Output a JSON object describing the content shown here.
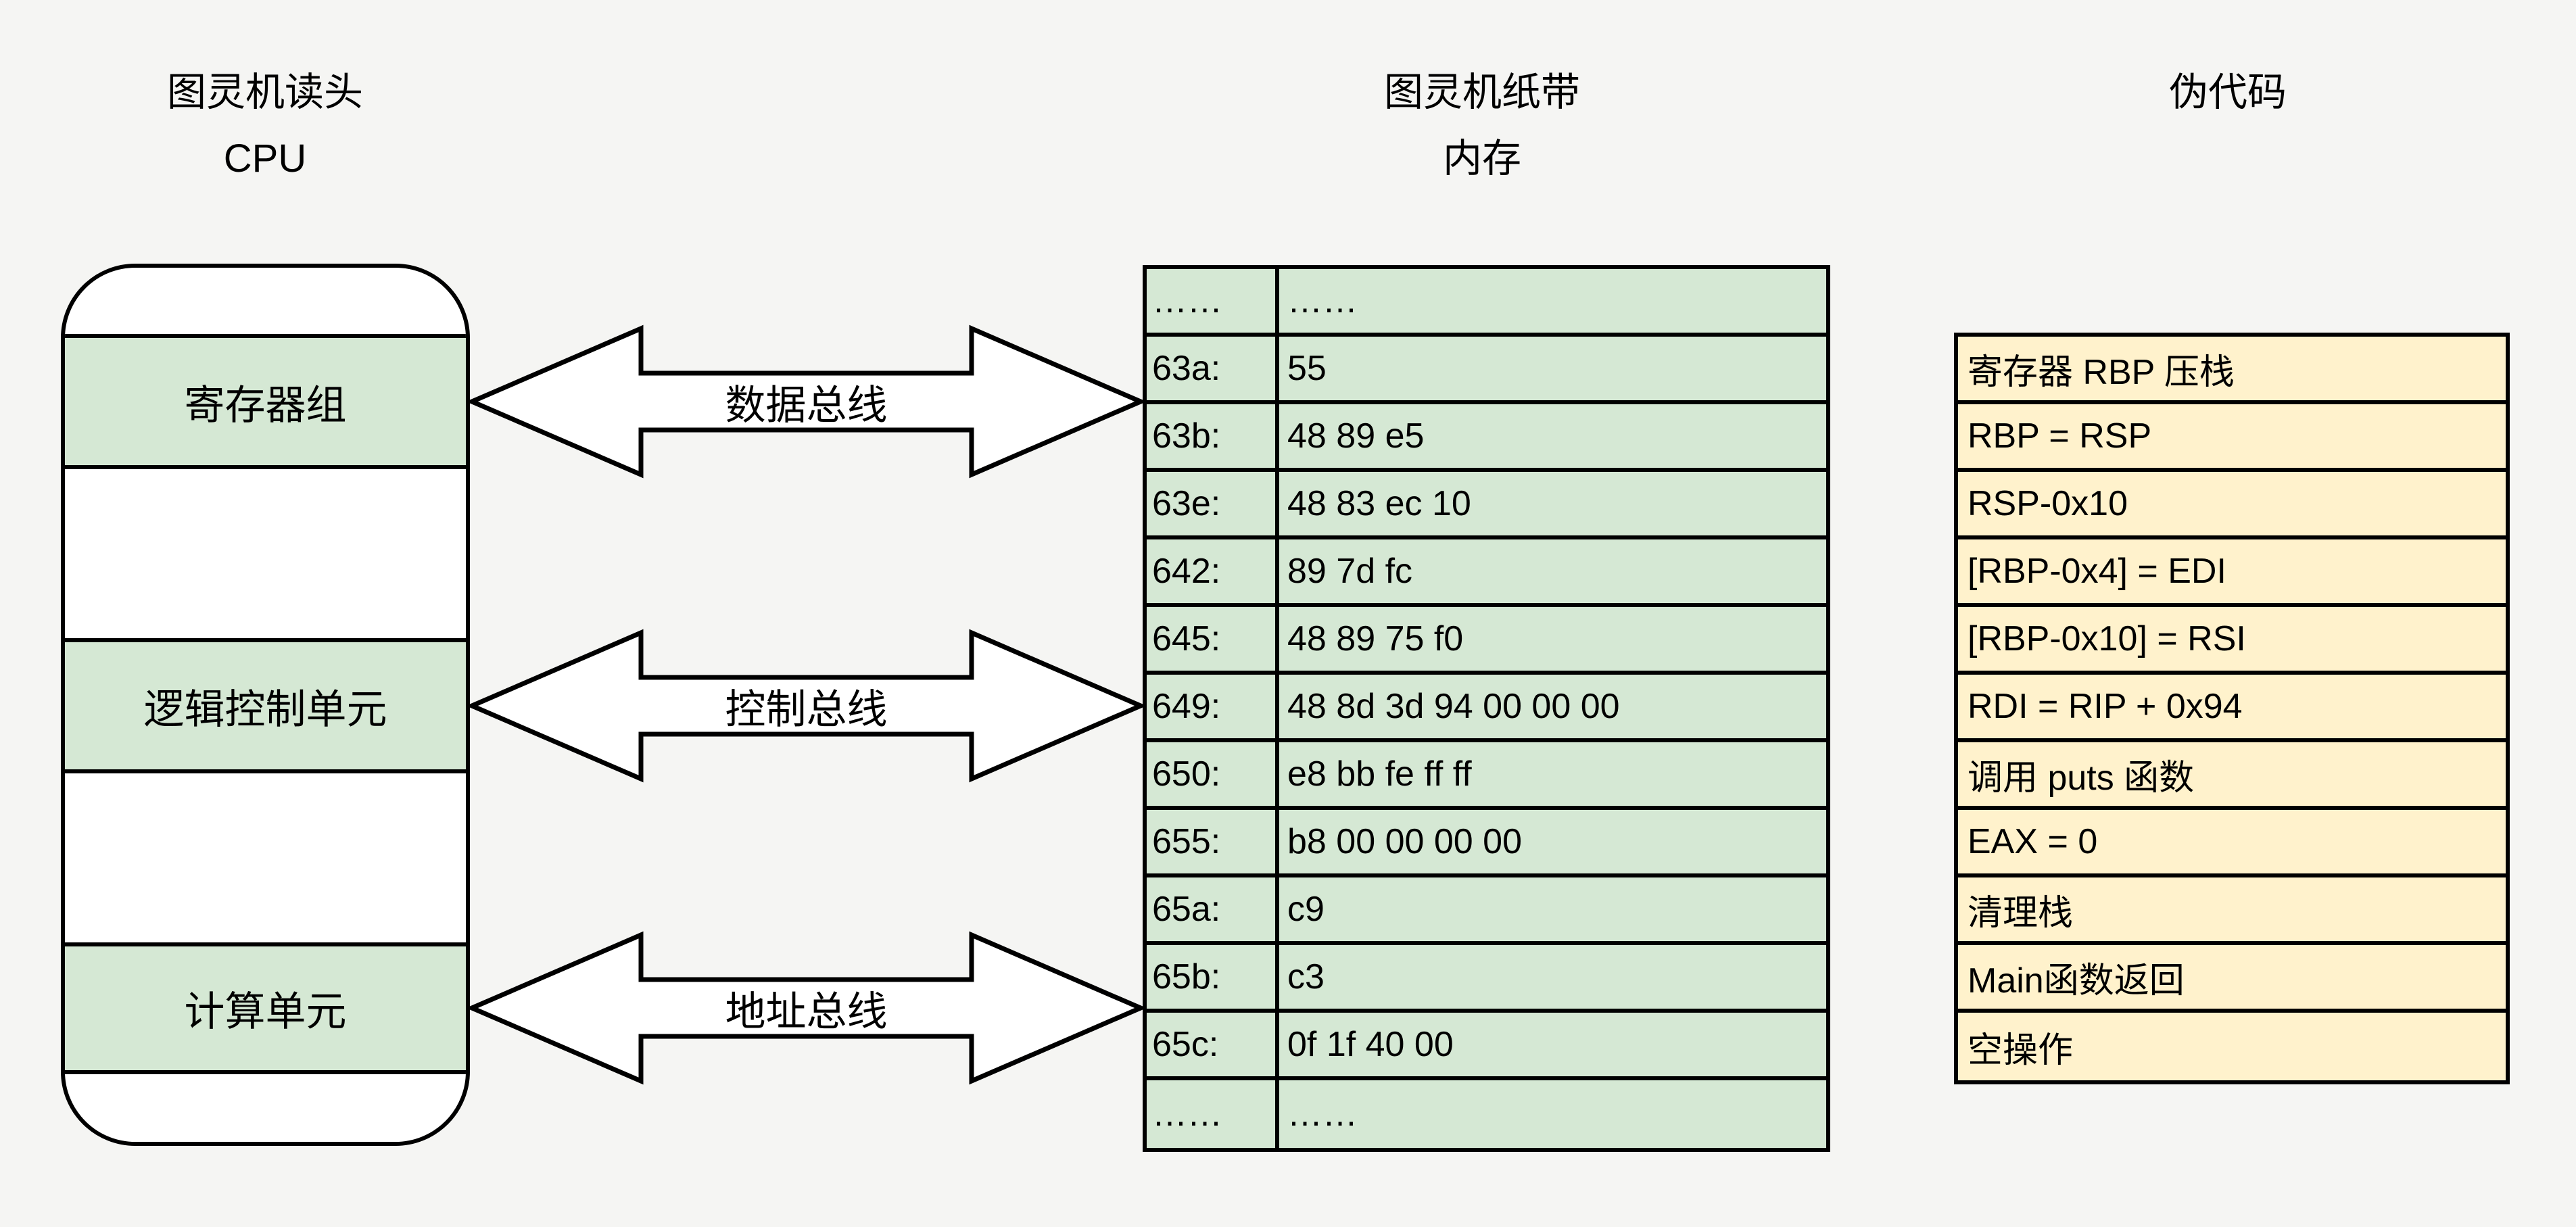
{
  "titles": {
    "cpu_line1": "图灵机读头",
    "cpu_line2": "CPU",
    "memory_line1": "图灵机纸带",
    "memory_line2": "内存",
    "pseudocode": "伪代码"
  },
  "cpu_box": {
    "sections": [
      "寄存器组",
      "逻辑控制单元",
      "计算单元"
    ]
  },
  "buses": [
    {
      "label": "数据总线"
    },
    {
      "label": "控制总线"
    },
    {
      "label": "地址总线"
    }
  ],
  "memory_table": {
    "rows": [
      {
        "address": "……",
        "value": "……"
      },
      {
        "address": "63a:",
        "value": "55"
      },
      {
        "address": "63b:",
        "value": "48 89 e5"
      },
      {
        "address": "63e:",
        "value": "48 83 ec 10"
      },
      {
        "address": "642:",
        "value": "89 7d fc"
      },
      {
        "address": "645:",
        "value": "48 89 75 f0"
      },
      {
        "address": "649:",
        "value": "48 8d 3d 94 00 00 00"
      },
      {
        "address": "650:",
        "value": "e8 bb fe ff ff"
      },
      {
        "address": "655:",
        "value": "b8 00 00 00 00"
      },
      {
        "address": "65a:",
        "value": "c9"
      },
      {
        "address": "65b:",
        "value": "c3"
      },
      {
        "address": "65c:",
        "value": "0f 1f 40 00"
      },
      {
        "address": "……",
        "value": "……"
      }
    ]
  },
  "pseudo_table": {
    "rows": [
      "寄存器 RBP 压栈",
      "RBP = RSP",
      "RSP-0x10",
      "[RBP-0x4] = EDI",
      "[RBP-0x10] = RSI",
      "RDI = RIP + 0x94",
      "调用 puts 函数",
      "EAX = 0",
      "清理栈",
      "Main函数返回",
      "空操作"
    ]
  },
  "colors": {
    "background": "#F5F5F3",
    "cell_green": "#D5E8D4",
    "cell_yellow": "#FFF2CC",
    "border": "#000000"
  }
}
